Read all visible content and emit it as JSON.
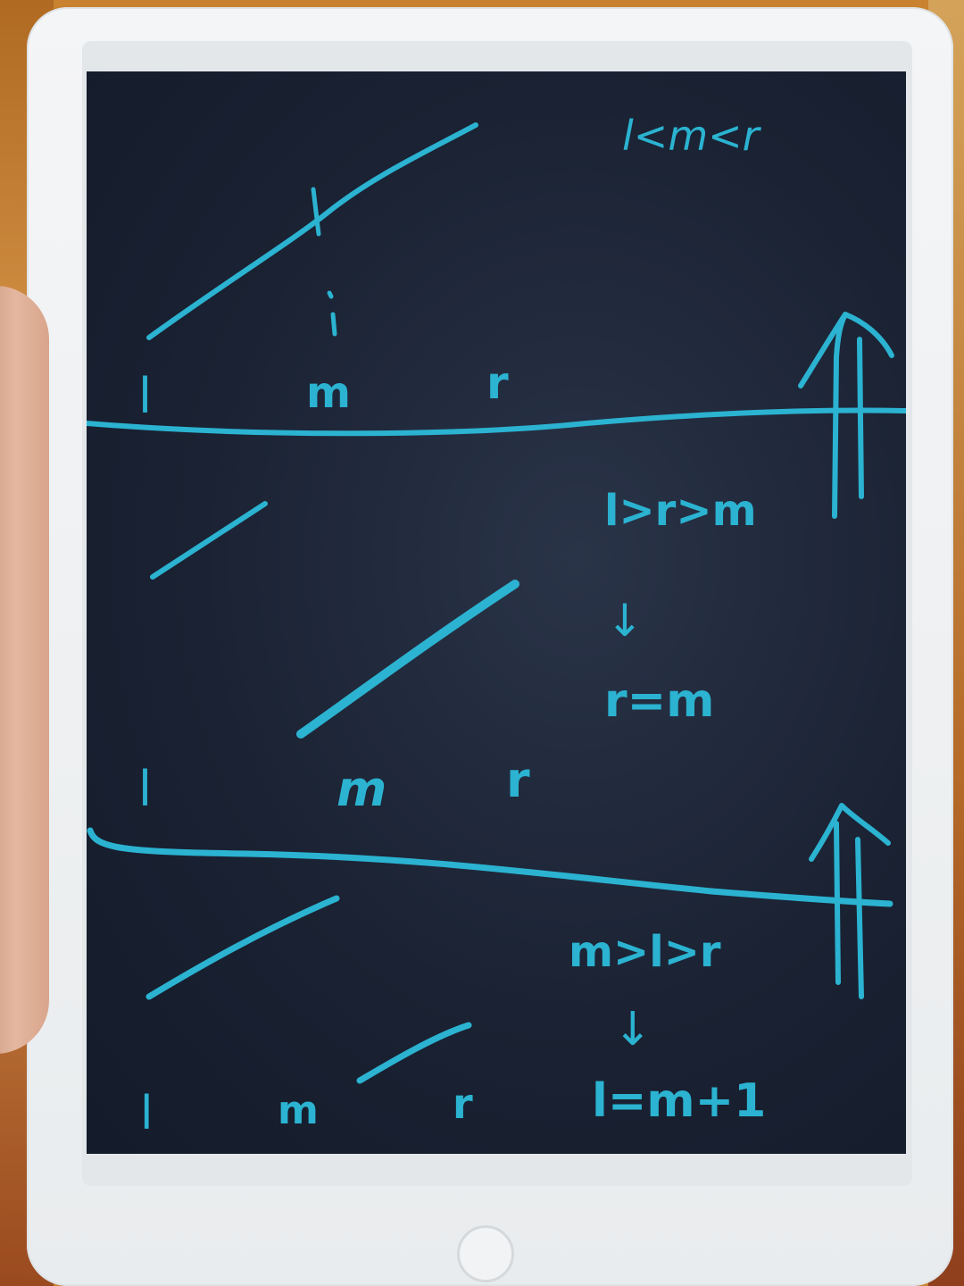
{
  "scene": {
    "description_kind": "photo of a handwriting LCD writing tablet",
    "ink_color": "#2bb3d1"
  },
  "board": {
    "section1": {
      "condition": "l<m<r",
      "labels": {
        "l": "l",
        "m": "m",
        "r": "r"
      }
    },
    "section2": {
      "condition": "l>r>m",
      "result": "r=m",
      "arrow": "↓",
      "labels": {
        "l": "l",
        "m": "m",
        "r": "r"
      }
    },
    "section3": {
      "condition": "m>l>r",
      "result": "l=m+1",
      "arrow": "↓",
      "labels": {
        "l": "l",
        "m": "m",
        "r": "r"
      }
    }
  }
}
